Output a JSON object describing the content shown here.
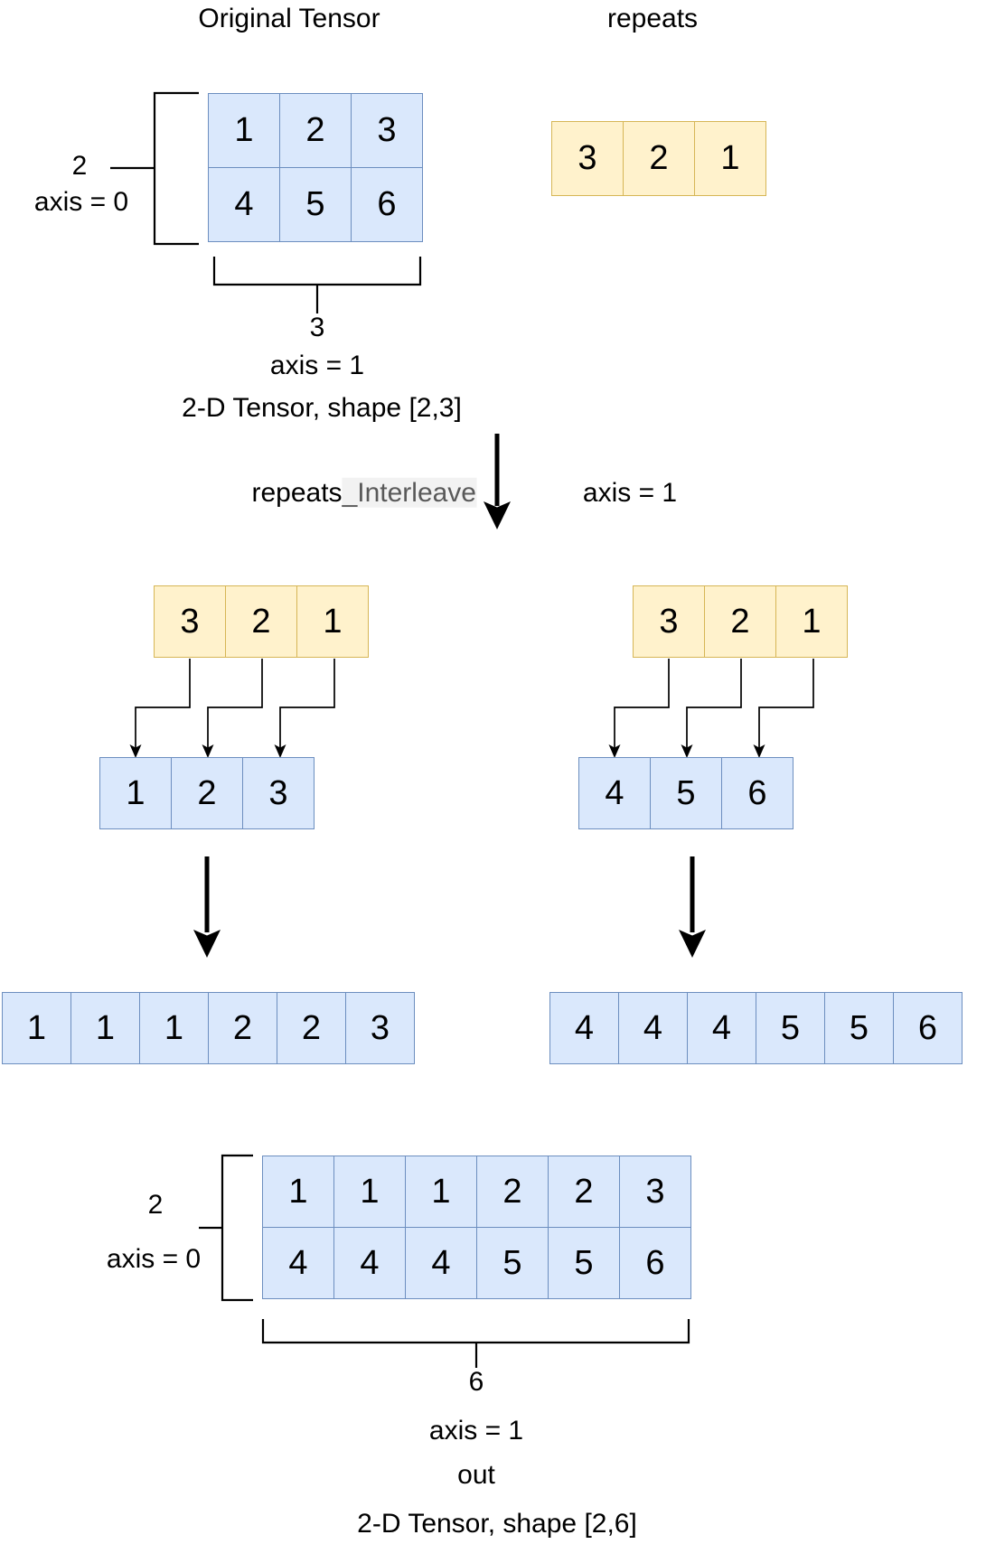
{
  "colors": {
    "blue_fill": "#dae8fc",
    "blue_stroke": "#6c8ebf",
    "yellow_fill": "#fff2cc",
    "yellow_stroke": "#d6b656"
  },
  "top": {
    "title": "Original Tensor",
    "tensor": {
      "rows": [
        [
          "1",
          "2",
          "3"
        ],
        [
          "4",
          "5",
          "6"
        ]
      ]
    },
    "axis0": {
      "size": "2",
      "label": "axis = 0"
    },
    "axis1": {
      "size": "3",
      "label": "axis = 1"
    },
    "caption": "2-D Tensor, shape [2,3]"
  },
  "repeats": {
    "title": "repeats",
    "values": [
      "3",
      "2",
      "1"
    ]
  },
  "transition": {
    "op_main": "repeats",
    "op_suffix": "_Interleave",
    "axis_label": "axis = 1"
  },
  "left_branch": {
    "repeats": [
      "3",
      "2",
      "1"
    ],
    "source": [
      "1",
      "2",
      "3"
    ],
    "result": [
      "1",
      "1",
      "1",
      "2",
      "2",
      "3"
    ]
  },
  "right_branch": {
    "repeats": [
      "3",
      "2",
      "1"
    ],
    "source": [
      "4",
      "5",
      "6"
    ],
    "result": [
      "4",
      "4",
      "4",
      "5",
      "5",
      "6"
    ]
  },
  "output": {
    "tensor": {
      "rows": [
        [
          "1",
          "1",
          "1",
          "2",
          "2",
          "3"
        ],
        [
          "4",
          "4",
          "4",
          "5",
          "5",
          "6"
        ]
      ]
    },
    "axis0": {
      "size": "2",
      "label": "axis = 0"
    },
    "axis1": {
      "size": "6",
      "label": "axis = 1"
    },
    "out_label": "out",
    "caption": "2-D Tensor, shape [2,6]"
  }
}
